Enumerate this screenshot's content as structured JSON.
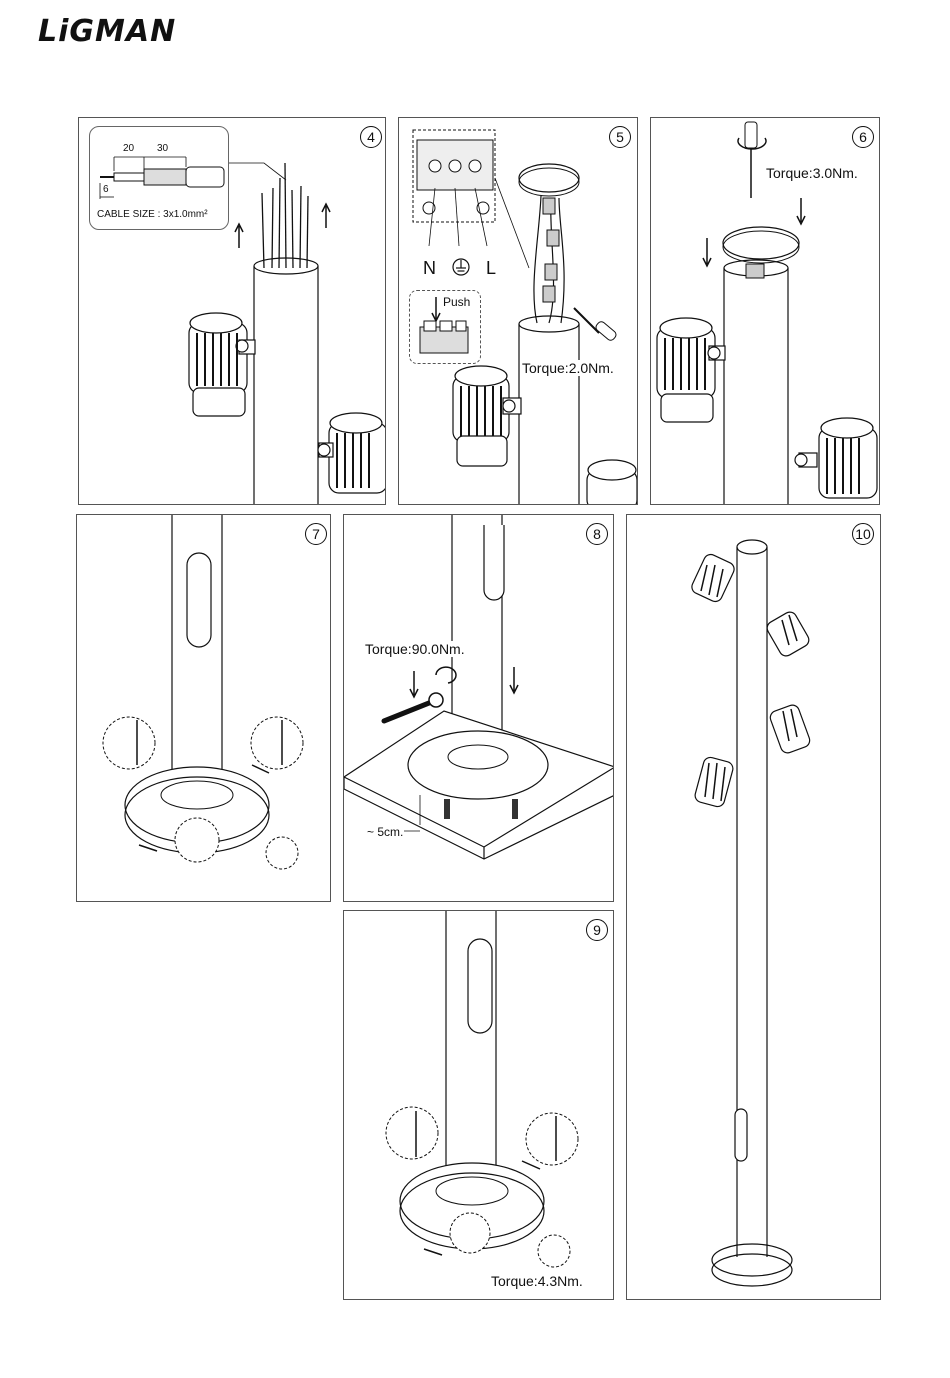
{
  "brand": {
    "logo_text": "LiGMAN"
  },
  "steps": {
    "s4": {
      "number": "4",
      "cable_dim_a": "20",
      "cable_dim_b": "30",
      "cable_dim_c": "6",
      "cable_size": "CABLE SIZE : 3x1.0mm²"
    },
    "s5": {
      "number": "5",
      "neutral": "N",
      "live": "L",
      "push": "Push",
      "torque": "Torque:2.0Nm."
    },
    "s6": {
      "number": "6",
      "torque": "Torque:3.0Nm."
    },
    "s7": {
      "number": "7"
    },
    "s8": {
      "number": "8",
      "torque": "Torque:90.0Nm.",
      "depth": "~ 5cm."
    },
    "s9": {
      "number": "9",
      "torque": "Torque:4.3Nm."
    },
    "s10": {
      "number": "10"
    }
  }
}
